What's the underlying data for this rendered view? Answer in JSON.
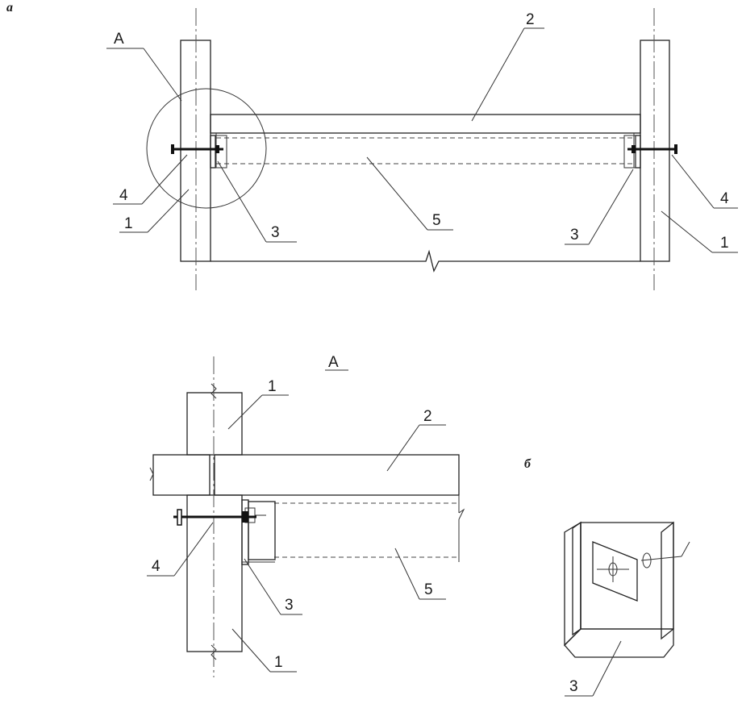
{
  "view_labels": {
    "view_a": "а",
    "view_b": "б",
    "detail_a": "А"
  },
  "callouts": {
    "wall": "1",
    "slab": "2",
    "bracket": "3",
    "bolt": "4",
    "panel": "5"
  }
}
